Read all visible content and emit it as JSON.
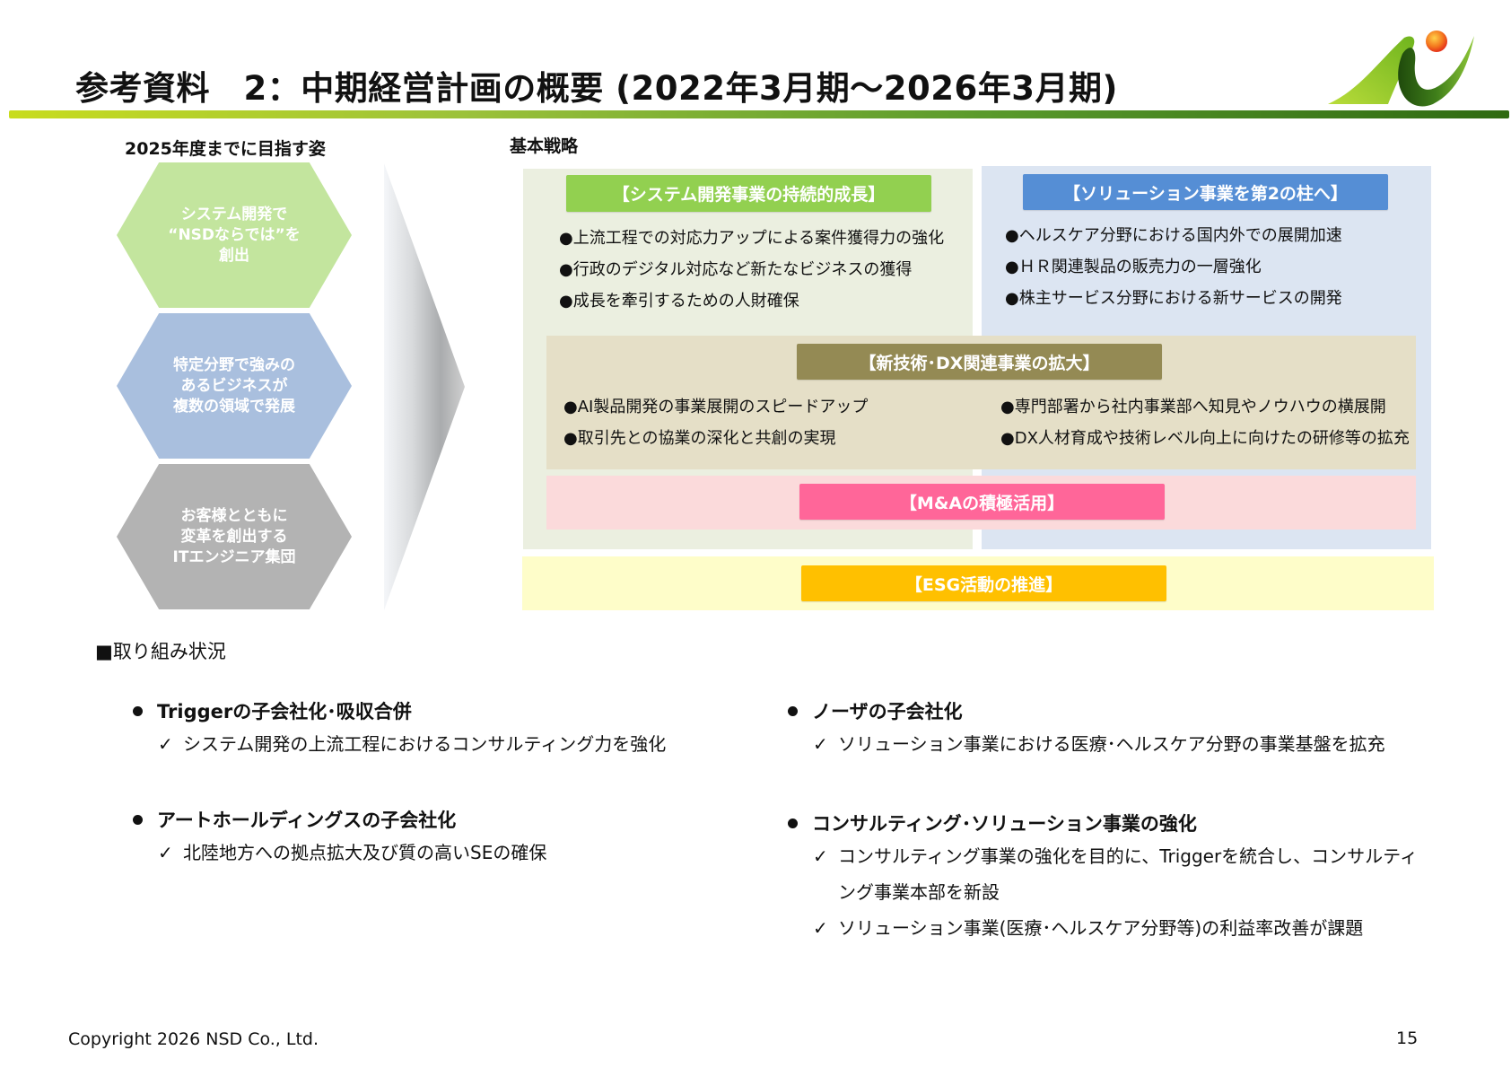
{
  "header": {
    "title": "参考資料　2：中期経営計画の概要 (2022年3月期～2026年3月期)",
    "logo": "nsd-logo"
  },
  "vision": {
    "label": "2025年度までに目指す姿",
    "hexagons": [
      {
        "lines": [
          "システム開発で",
          "“NSDならでは”を",
          "創出"
        ],
        "color": "#c3e59e"
      },
      {
        "lines": [
          "特定分野で強みの",
          "あるビジネスが",
          "複数の領域で発展"
        ],
        "color": "#a9bfde"
      },
      {
        "lines": [
          "お客様とともに",
          "変革を創出する",
          "ITエンジニア集団"
        ],
        "color": "#b3b3b3"
      }
    ]
  },
  "strategy": {
    "label": "基本戦略",
    "system_dev": {
      "title": "【システム開発事業の持続的成長】",
      "items": [
        "●上流工程での対応力アップによる案件獲得力の強化",
        "●行政のデジタル対応など新たなビジネスの獲得",
        "●成長を牽引するための人財確保"
      ]
    },
    "solution": {
      "title": "【ソリューション事業を第2の柱へ】",
      "items": [
        "●ヘルスケア分野における国内外での展開加速",
        "●ＨＲ関連製品の販売力の一層強化",
        "●株主サービス分野における新サービスの開発"
      ]
    },
    "dx": {
      "title": "【新技術･DX関連事業の拡大】",
      "items_left": [
        "●AI製品開発の事業展開のスピードアップ",
        "●取引先との協業の深化と共創の実現"
      ],
      "items_right": [
        "●専門部署から社内事業部へ知見やノウハウの横展開",
        "●DX人材育成や技術レベル向上に向けたの研修等の拡充"
      ]
    },
    "ma": {
      "title": "【M&Aの積極活用】"
    },
    "esg": {
      "title": "【ESG活動の推進】"
    }
  },
  "status": {
    "title": "■取り組み状況",
    "left": [
      {
        "heading": "Triggerの子会社化･吸収合併",
        "subs": [
          "システム開発の上流工程におけるコンサルティング力を強化"
        ]
      },
      {
        "heading": "アートホールディングスの子会社化",
        "subs": [
          "北陸地方への拠点拡大及び質の高いSEの確保"
        ]
      }
    ],
    "right": [
      {
        "heading": "ノーザの子会社化",
        "subs": [
          "ソリューション事業における医療･ヘルスケア分野の事業基盤を拡充"
        ]
      },
      {
        "heading": "コンサルティング･ソリューション事業の強化",
        "subs": [
          "コンサルティング事業の強化を目的に、Triggerを統合し、コンサルティ",
          "ング事業本部を新設",
          "ソリューション事業(医療･ヘルスケア分野等)の利益率改善が課題"
        ]
      }
    ],
    "check_glyph": "✓"
  },
  "footer": {
    "copyright": "Copyright 2026 NSD Co., Ltd.",
    "page": "15"
  }
}
